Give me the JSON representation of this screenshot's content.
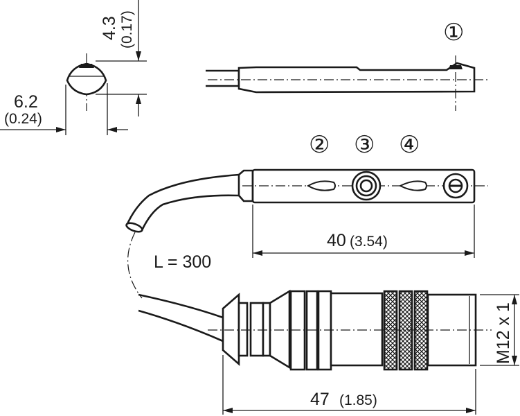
{
  "title": "Dimensional drawing: cylinder sensor with M12 connector",
  "dimensions": {
    "height_mm": "4.3",
    "height_in": "(0.17)",
    "width_mm": "6.2",
    "width_in": "(0.24)",
    "length_mm": "40",
    "length_in": "(3.54)",
    "cable_length": "L = 300",
    "connector_length_mm": "47",
    "connector_length_in": "(1.85)",
    "thread": "M12 x 1"
  },
  "callouts": [
    "①",
    "②",
    "③",
    "④"
  ]
}
